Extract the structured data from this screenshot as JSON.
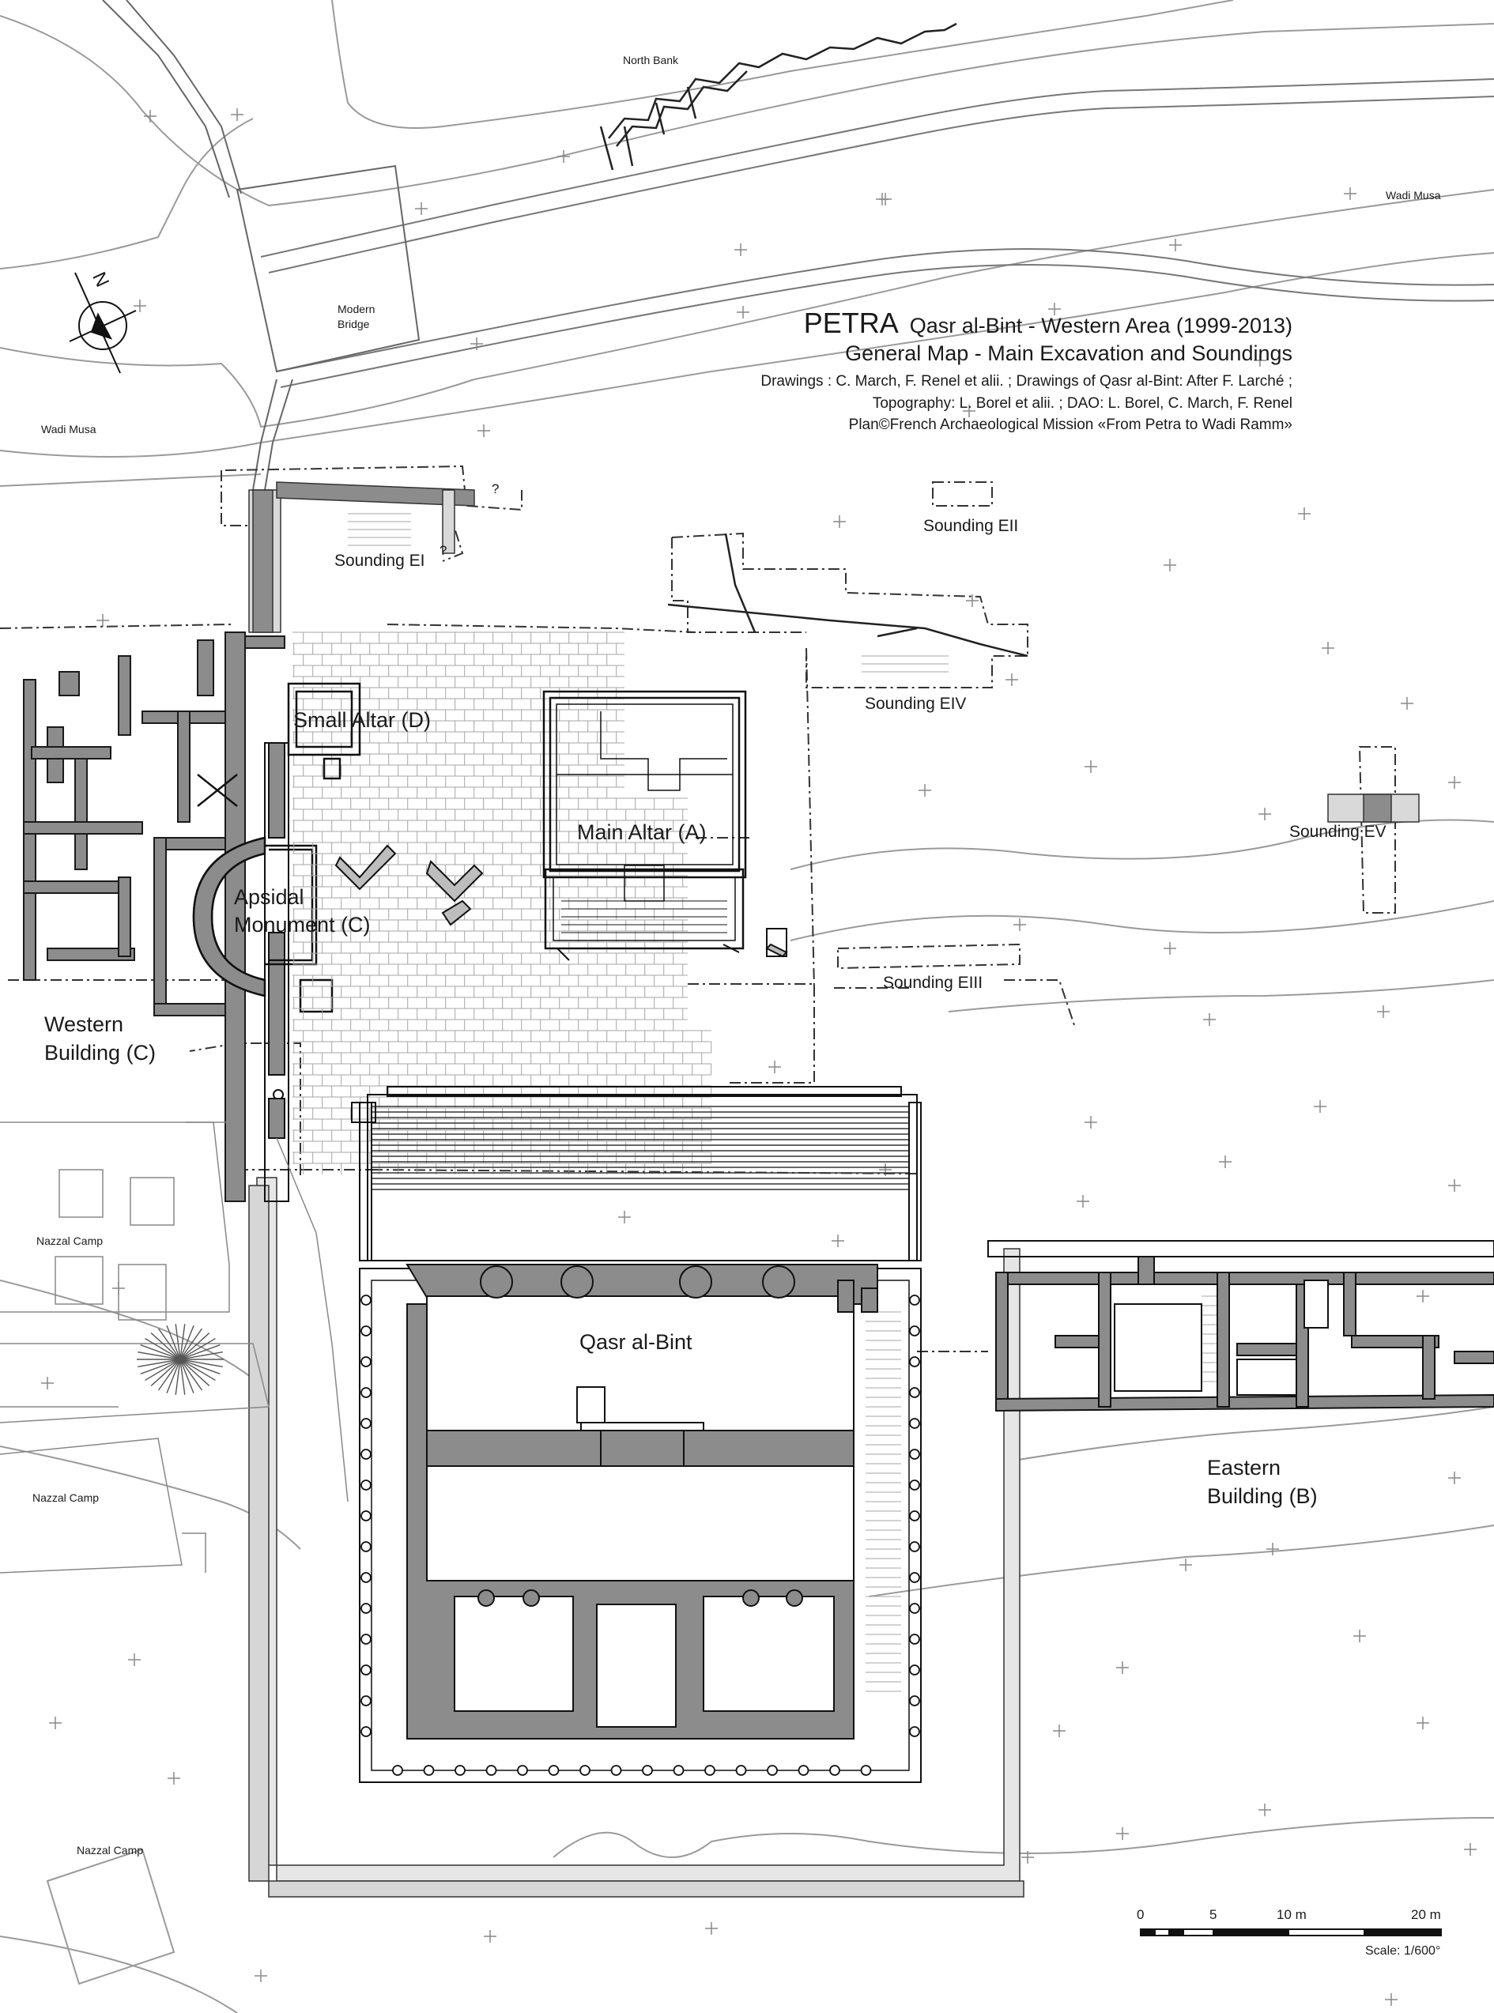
{
  "title": {
    "site": "PETRA",
    "subtitle": "Qasr al-Bint - Western Area (1999-2013)",
    "map_title": "General Map - Main Excavation and Soundings",
    "credits": [
      "Drawings : C. March, F. Renel et alii. ; Drawings of Qasr al-Bint: After F. Larché ;",
      "Topography: L. Borel et alii. ; DAO: L. Borel, C. March, F. Renel",
      "Plan©French Archaeological Mission «From Petra to Wadi Ramm»"
    ]
  },
  "place_labels": {
    "north_bank": "North Bank",
    "wadi_musa_east": "Wadi Musa",
    "wadi_musa_west": "Wadi Musa",
    "modern_bridge_1": "Modern",
    "modern_bridge_2": "Bridge",
    "nazzal_camp_1": "Nazzal Camp",
    "nazzal_camp_2": "Nazzal Camp",
    "nazzal_camp_3": "Nazzal Camp"
  },
  "soundings": {
    "ei": "Sounding EI",
    "eii": "Sounding EII",
    "eiii": "Sounding EIII",
    "eiv": "Sounding EIV",
    "ev": "Sounding EV",
    "unknown_1": "?",
    "unknown_2": "?"
  },
  "monuments": {
    "small_altar": "Small Altar (D)",
    "main_altar": "Main Altar (A)",
    "apsidal_1": "Apsidal",
    "apsidal_2": "Monument (C)",
    "western_1": "Western",
    "western_2": "Building (C)",
    "qasr": "Qasr al-Bint",
    "eastern_1": "Eastern",
    "eastern_2": "Building (B)"
  },
  "north_arrow": {
    "label": "N"
  },
  "scale_bar": {
    "ticks": [
      "0",
      "5",
      "10 m",
      "20 m"
    ],
    "caption": "Scale: 1/600°"
  },
  "colors": {
    "wall_fill": "#8c8c8c",
    "wall_stroke": "#1a1a1a",
    "light_fill": "#d9d9d9",
    "line": "#333333",
    "terrain": "#9a9a9a"
  }
}
